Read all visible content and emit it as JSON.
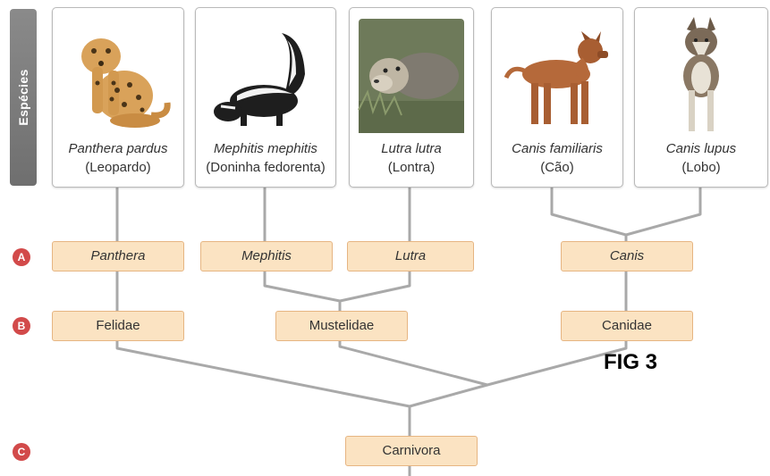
{
  "side_label": "Espécies",
  "species": [
    {
      "scientific": "Panthera pardus",
      "common": "(Leopardo)",
      "icon": "leopard-icon"
    },
    {
      "scientific": "Mephitis mephitis",
      "common": "(Doninha fedorenta)",
      "icon": "skunk-icon"
    },
    {
      "scientific": "Lutra lutra",
      "common": "(Lontra)",
      "icon": "otter-icon"
    },
    {
      "scientific": "Canis familiaris",
      "common": "(Cão)",
      "icon": "dog-icon"
    },
    {
      "scientific": "Canis lupus",
      "common": "(Lobo)",
      "icon": "wolf-icon"
    }
  ],
  "levels": {
    "A": {
      "marker": "A",
      "nodes": [
        "Panthera",
        "Mephitis",
        "Lutra",
        "Canis"
      ]
    },
    "B": {
      "marker": "B",
      "nodes": [
        "Felidae",
        "Mustelidae",
        "Canidae"
      ]
    },
    "C": {
      "marker": "C",
      "nodes": [
        "Carnivora"
      ]
    }
  },
  "figure_label": "FIG 3",
  "colors": {
    "node_fill": "#fbe3c2",
    "node_border": "#e6b582",
    "marker": "#d24a4a",
    "connector": "#a9a9a9",
    "side_tab": "#7d7d7d"
  }
}
